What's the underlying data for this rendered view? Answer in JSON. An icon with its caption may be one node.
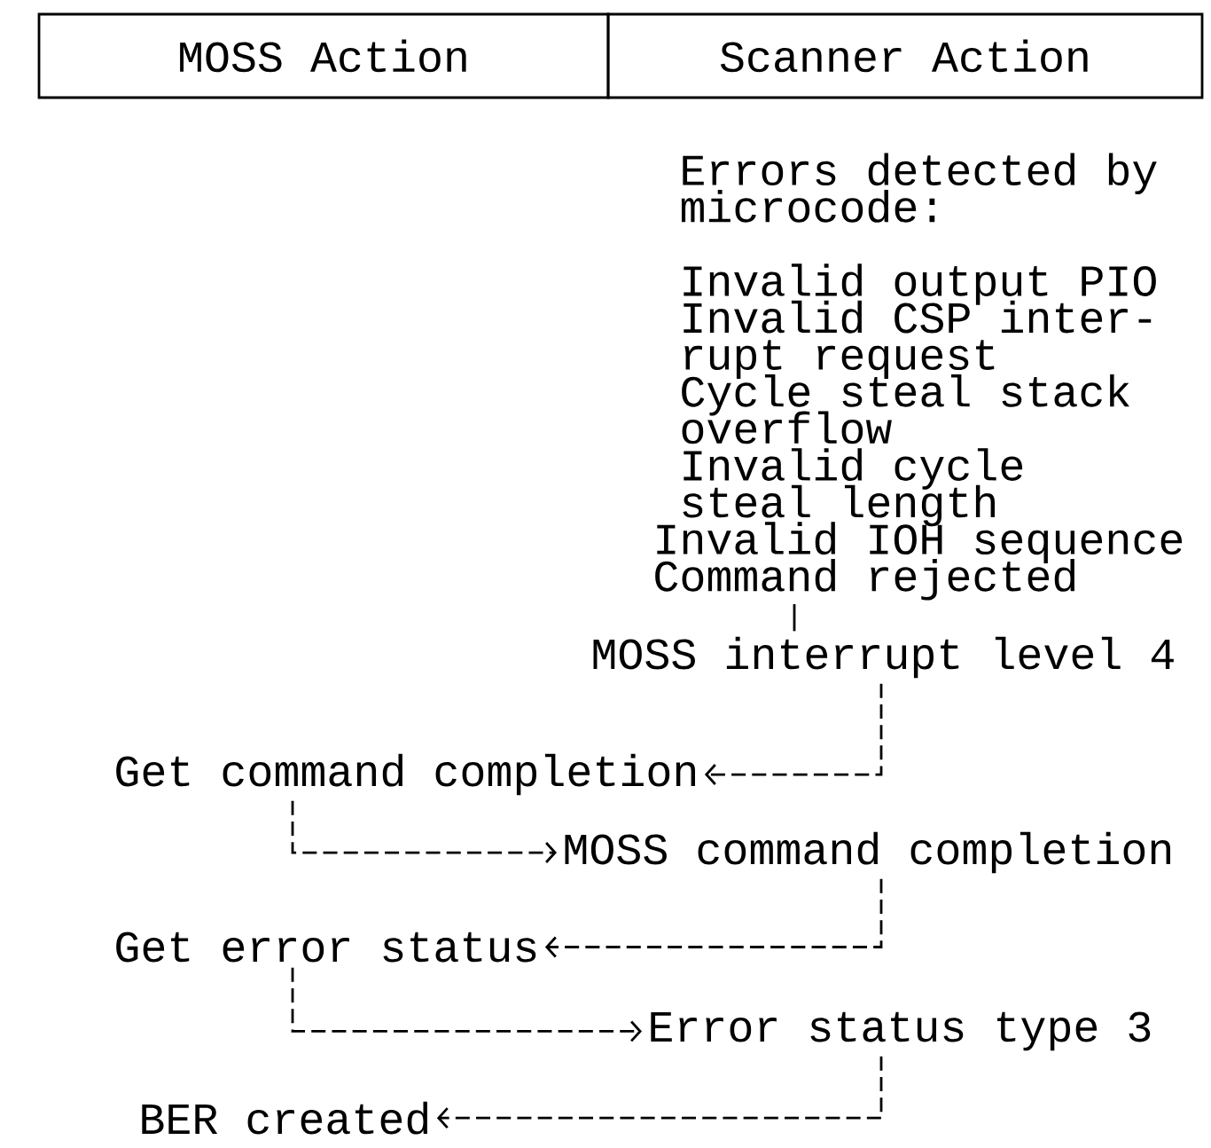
{
  "diagram": {
    "nodes": [
      {
        "text": [
          "MOSS Action"
        ]
      },
      {
        "text": [
          "Scanner Action"
        ]
      },
      {
        "text": [
          "Errors detected by microcode:",
          "Invalid output PIO",
          "Invalid CSP inter- rupt request",
          "Cycle steal stack overflow",
          "Invalid cycle steal length",
          "Invalid IOH sequence",
          "Command rejected"
        ]
      },
      {
        "text": [
          "MOSS interrupt level 4"
        ]
      },
      {
        "text": [
          "Get command completion"
        ]
      },
      {
        "text": [
          "MOSS command completion"
        ]
      },
      {
        "text": [
          "Get error status"
        ]
      },
      {
        "text": [
          "Error status type 3"
        ]
      },
      {
        "text": [
          "BER created"
        ]
      }
    ],
    "edges": [
      {
        "from": 2,
        "to": 3,
        "arrow": "none"
      },
      {
        "from": 3,
        "to": 4,
        "arrow": "to",
        "style": "dashed"
      },
      {
        "from": 4,
        "to": 5,
        "arrow": "to",
        "style": "dashed"
      },
      {
        "from": 5,
        "to": 6,
        "arrow": "to",
        "style": "dashed"
      },
      {
        "from": 6,
        "to": 7,
        "arrow": "to",
        "style": "dashed"
      },
      {
        "from": 7,
        "to": 8,
        "arrow": "to",
        "style": "dashed"
      }
    ]
  }
}
